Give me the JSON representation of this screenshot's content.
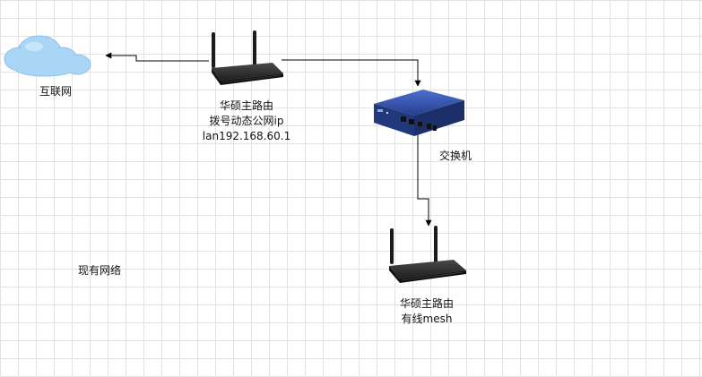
{
  "nodes": {
    "internet": {
      "label": "互联网"
    },
    "main_router": {
      "line1": "华硕主路由",
      "line2": "拨号动态公网ip",
      "line3": "lan192.168.60.1"
    },
    "switch": {
      "label": "交换机"
    },
    "mesh_router": {
      "line1": "华硕主路由",
      "line2": "有线mesh"
    }
  },
  "note": "现有网络",
  "colors": {
    "cloud": "#a9d6f5",
    "router_body": "#2b2b2b",
    "switch_body": "#2f4fa8",
    "edge": "#000000"
  }
}
